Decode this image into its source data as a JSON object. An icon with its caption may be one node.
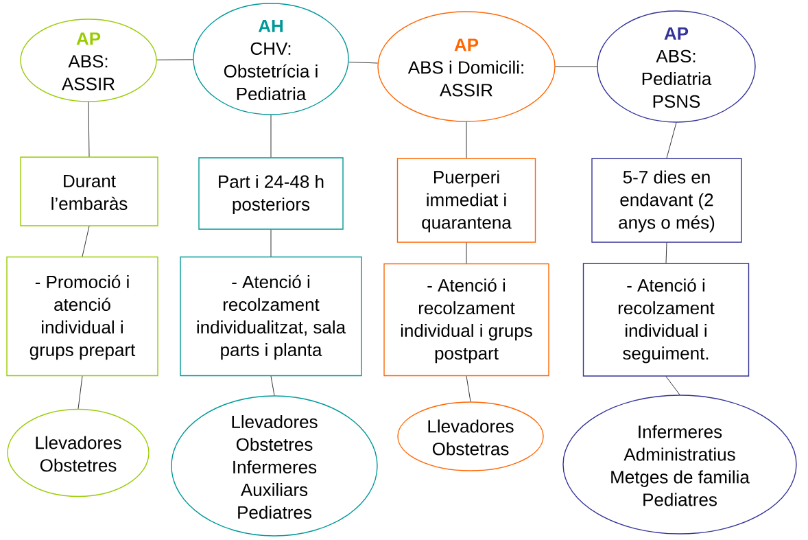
{
  "diagram": {
    "nodes": [
      {
        "text": [
          "AP",
          "ABS: ASSIR"
        ]
      },
      {
        "text": [
          "AH",
          "CHV: Obstetrícia i Pediatria"
        ]
      },
      {
        "text": [
          "AP",
          "ABS i Domicili: ASSIR"
        ]
      },
      {
        "text": [
          "AP",
          "ABS: Pediatria PSNS"
        ]
      },
      {
        "text": [
          "Durant l’embaràs"
        ]
      },
      {
        "text": [
          "Part i 24-48 h posteriors"
        ]
      },
      {
        "text": [
          "Puerperi immediat i quarantena"
        ]
      },
      {
        "text": [
          "5-7 dies en endavant (2 anys o més)"
        ]
      },
      {
        "text": [
          "- Promoció i atenció individual i grups prepart"
        ]
      },
      {
        "text": [
          "- Atenció i recolzament individualitzat, sala parts i planta"
        ]
      },
      {
        "text": [
          "- Atenció i recolzament individual i grups postpart"
        ]
      },
      {
        "text": [
          "- Atenció i recolzament individual i seguiment."
        ]
      },
      {
        "text": [
          "Llevadores Obstetres"
        ]
      },
      {
        "text": [
          "Llevadores Obstetres Infermeres Auxiliars Pediatres"
        ]
      },
      {
        "text": [
          "Llevadores Obstetras"
        ]
      },
      {
        "text": [
          "Infermeres Administratius Metges de familia Pediatres"
        ]
      }
    ],
    "edges": [
      {
        "from": 0,
        "to": 1,
        "arrow": "none"
      },
      {
        "from": 1,
        "to": 2,
        "arrow": "none"
      },
      {
        "from": 2,
        "to": 3,
        "arrow": "none"
      },
      {
        "from": 0,
        "to": 4,
        "arrow": "none"
      },
      {
        "from": 4,
        "to": 8,
        "arrow": "none"
      },
      {
        "from": 8,
        "to": 12,
        "arrow": "none"
      },
      {
        "from": 1,
        "to": 5,
        "arrow": "none"
      },
      {
        "from": 5,
        "to": 9,
        "arrow": "none"
      },
      {
        "from": 9,
        "to": 13,
        "arrow": "none"
      },
      {
        "from": 2,
        "to": 6,
        "arrow": "none"
      },
      {
        "from": 6,
        "to": 10,
        "arrow": "none"
      },
      {
        "from": 10,
        "to": 14,
        "arrow": "none"
      },
      {
        "from": 3,
        "to": 7,
        "arrow": "none"
      },
      {
        "from": 7,
        "to": 11,
        "arrow": "none"
      },
      {
        "from": 11,
        "to": 15,
        "arrow": "none"
      }
    ]
  }
}
